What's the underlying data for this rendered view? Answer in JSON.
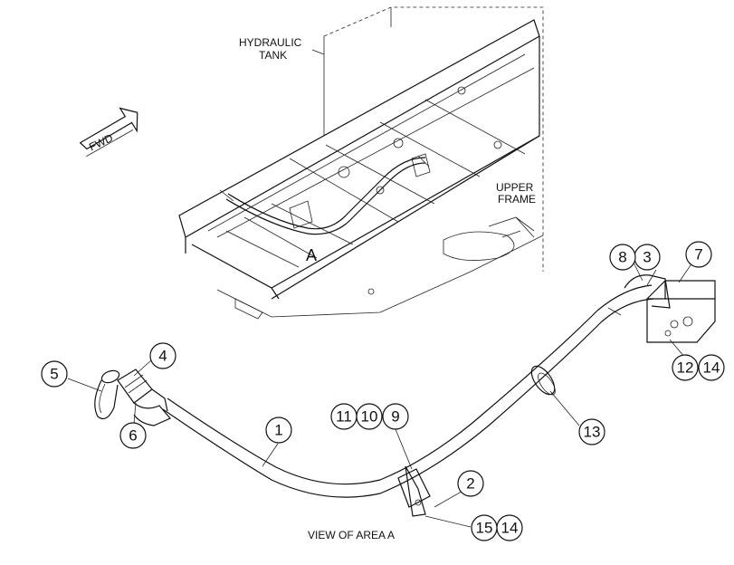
{
  "labels": {
    "hydraulic_tank_line1": "HYDRAULIC",
    "hydraulic_tank_line2": "TANK",
    "upper_frame_line1": "UPPER",
    "upper_frame_line2": "FRAME",
    "area_marker": "A",
    "fwd": "FWD",
    "view_caption": "VIEW OF AREA A"
  },
  "callouts": [
    "1",
    "2",
    "3",
    "4",
    "5",
    "6",
    "7",
    "8",
    "9",
    "10",
    "11",
    "12",
    "13",
    "14",
    "14",
    "15"
  ]
}
